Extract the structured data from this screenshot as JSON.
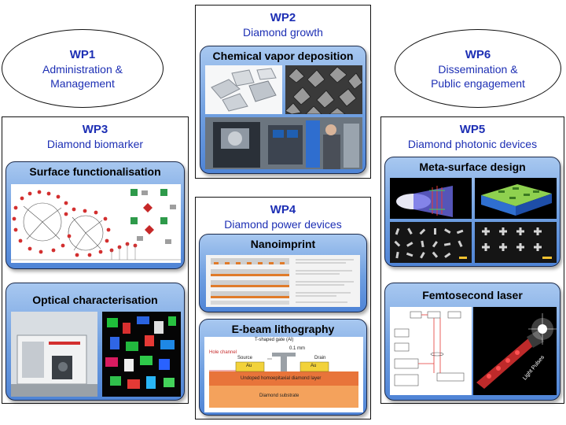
{
  "wp1": {
    "title": "WP1",
    "line1": "Administration &",
    "line2": "Management"
  },
  "wp2": {
    "title": "WP2",
    "subtitle": "Diamond growth",
    "card": "Chemical vapor deposition"
  },
  "wp3": {
    "title": "WP3",
    "subtitle": "Diamond biomarker",
    "card1": "Surface functionalisation",
    "card2": "Optical characterisation"
  },
  "wp4": {
    "title": "WP4",
    "subtitle": "Diamond power devices",
    "card1": "Nanoimprint",
    "card2": "E-beam lithography",
    "labels": {
      "gate": "T-shaped gate (Al)",
      "dim": "0.1 mm",
      "hole": "Hole channel",
      "source": "Source",
      "drain": "Drain",
      "au": "Au",
      "layer": "Undoped homoepitaxial diamond layer",
      "substrate": "Diamond substrate"
    }
  },
  "wp5": {
    "title": "WP5",
    "subtitle": "Diamond photonic devices",
    "card1": "Meta-surface design",
    "card2": "Femtosecond laser",
    "pulses": "Light Pulses"
  },
  "wp6": {
    "title": "WP6",
    "line1": "Dissemination &",
    "line2": "Public engagement"
  },
  "colors": {
    "wp_text": "#1d2fb4",
    "card_top": "#a8c8f0",
    "card_bottom": "#4f84d6"
  }
}
